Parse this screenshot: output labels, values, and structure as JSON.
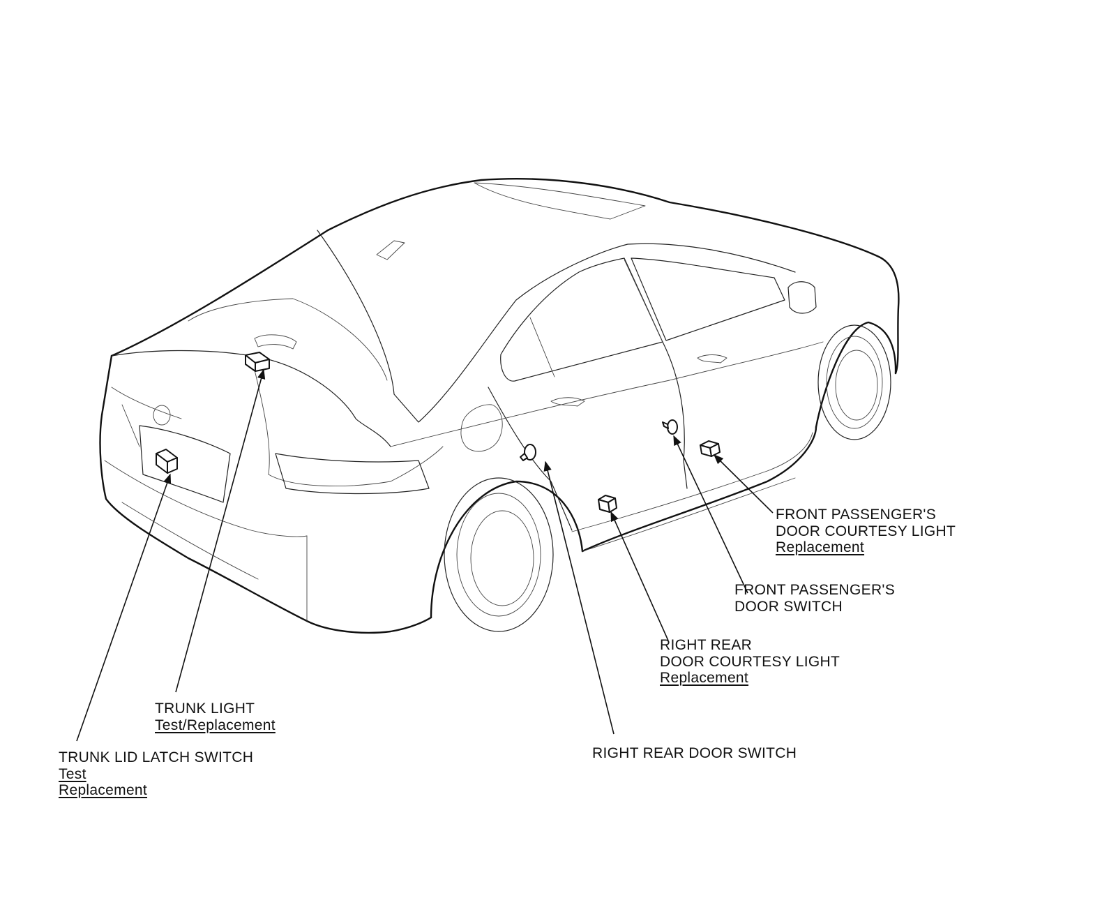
{
  "callouts": {
    "front_courtesy": {
      "title_lines": [
        "FRONT PASSENGER'S",
        "DOOR COURTESY LIGHT"
      ],
      "links": [
        "Replacement"
      ]
    },
    "front_switch": {
      "title_lines": [
        "FRONT PASSENGER'S",
        "DOOR SWITCH"
      ],
      "links": []
    },
    "rear_courtesy": {
      "title_lines": [
        "RIGHT REAR",
        "DOOR COURTESY LIGHT"
      ],
      "links": [
        "Replacement"
      ]
    },
    "trunk_light": {
      "title_lines": [
        "TRUNK LIGHT"
      ],
      "links": [
        "Test/Replacement"
      ]
    },
    "rear_switch": {
      "title_lines": [
        "RIGHT REAR DOOR SWITCH"
      ],
      "links": []
    },
    "trunk_latch": {
      "title_lines": [
        "TRUNK LID LATCH SWITCH"
      ],
      "links": [
        "Test",
        "Replacement"
      ]
    }
  }
}
